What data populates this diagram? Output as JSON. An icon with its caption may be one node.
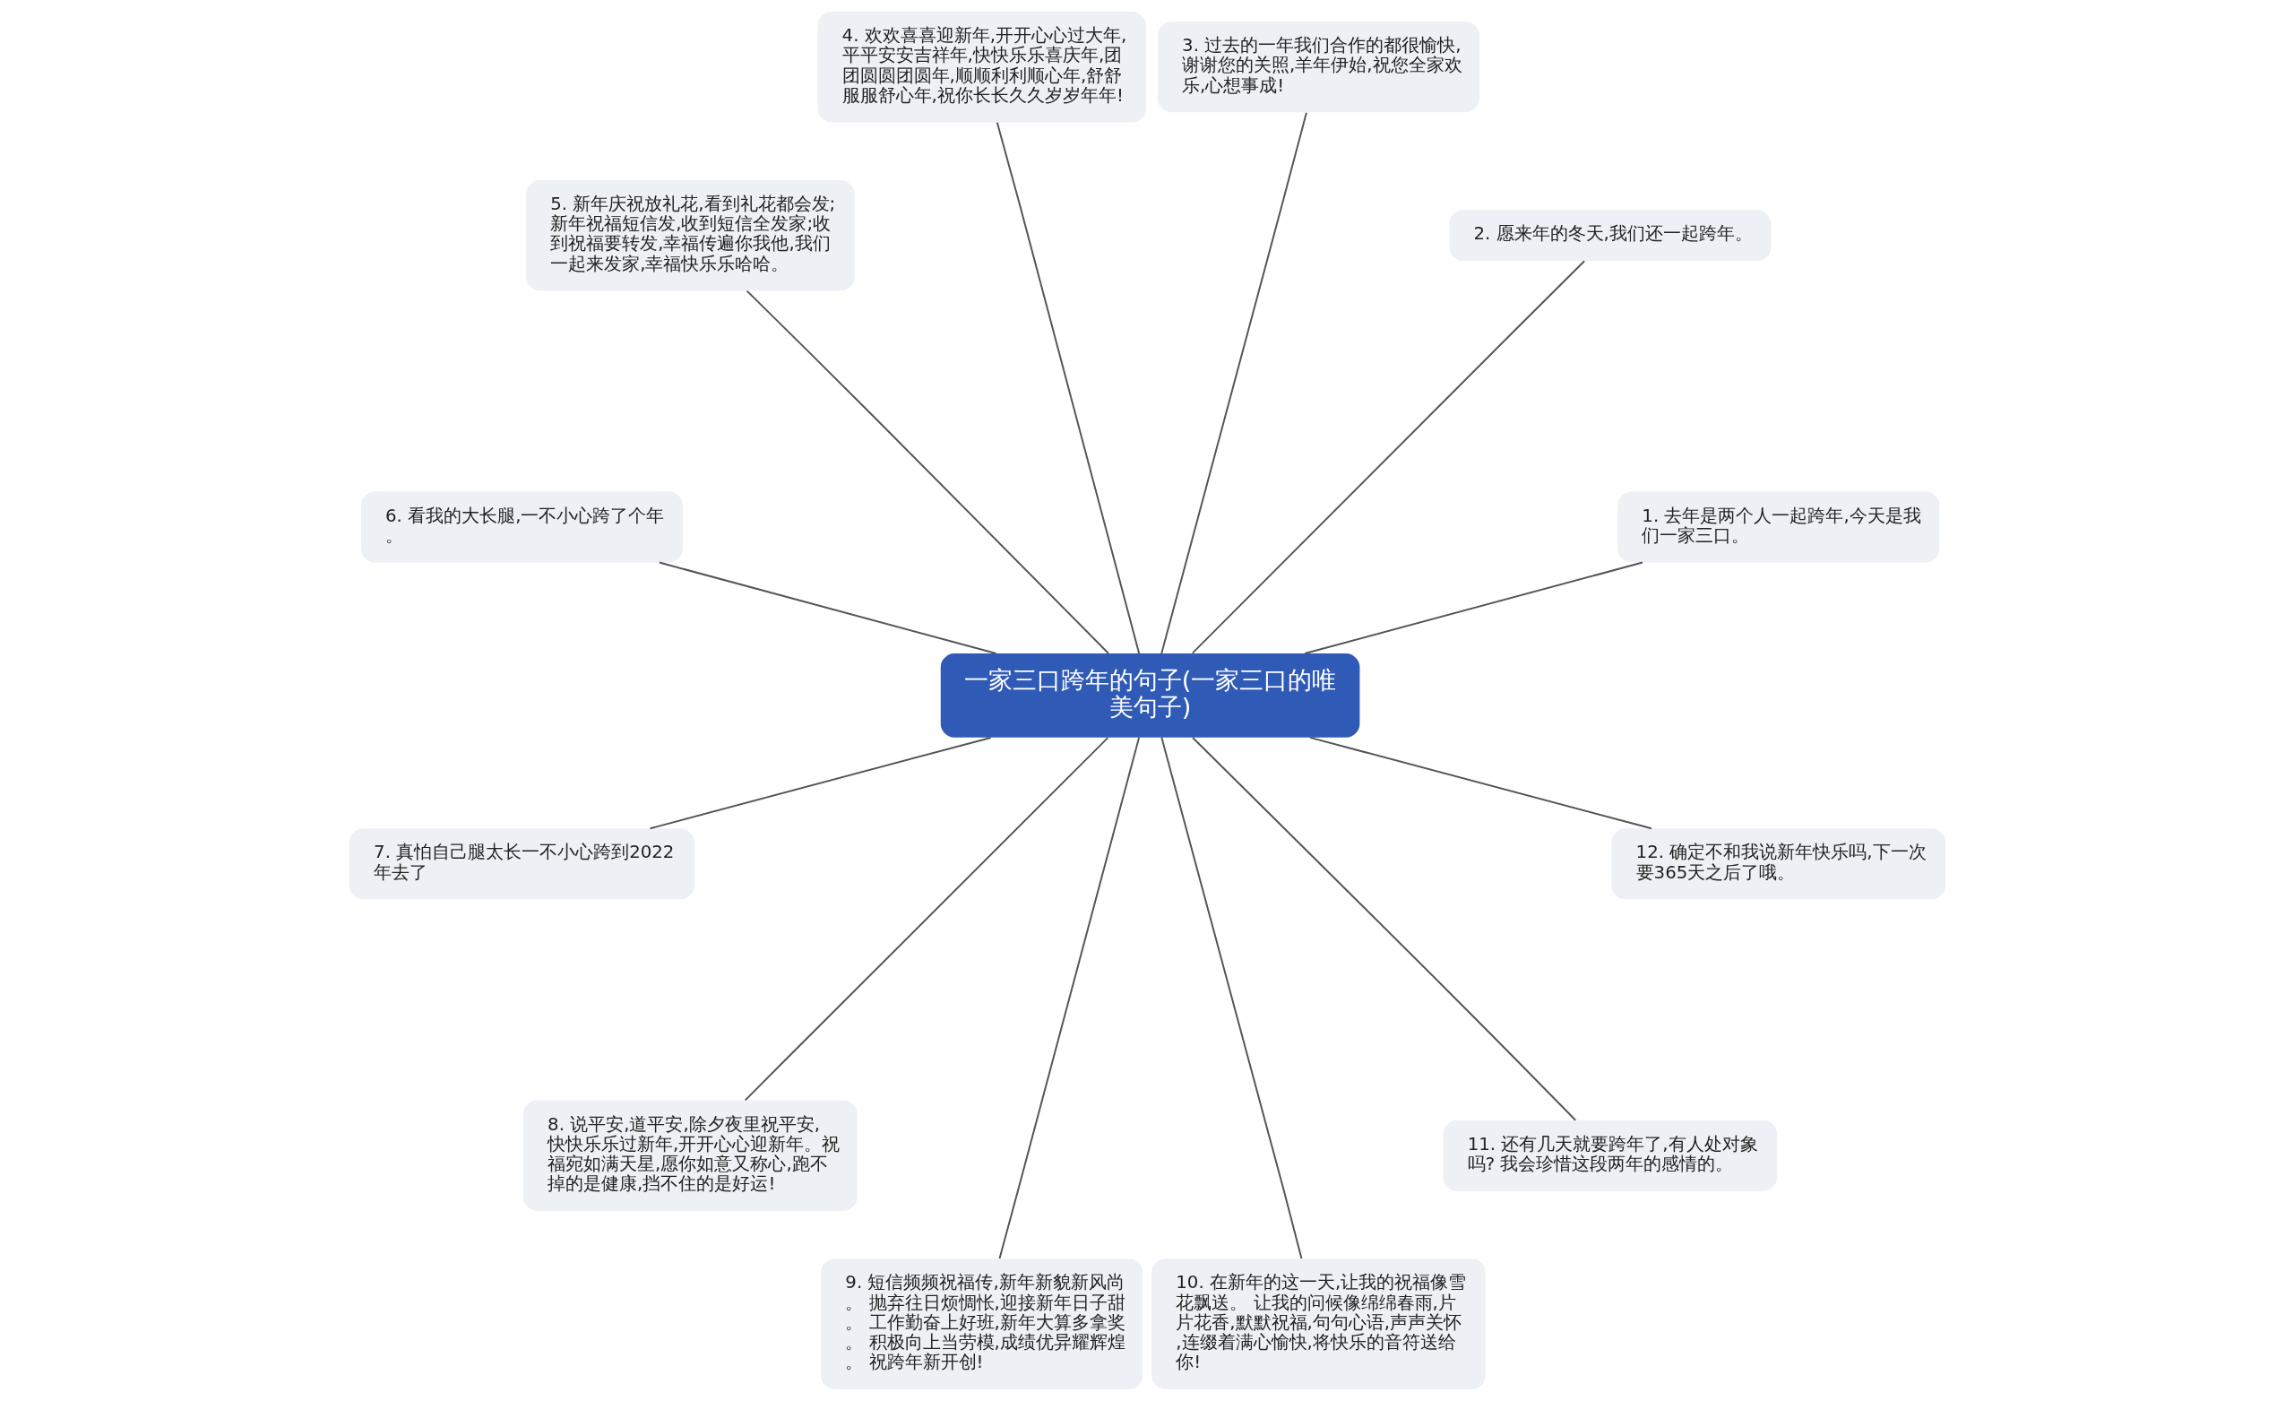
{
  "diagram": {
    "nodes": [
      {
        "text": [
          "一家三口跨年的句子(一家三口的唯美句子)"
        ]
      },
      {
        "text": [
          "1. 去年是两个人一起跨年,今天是我们一家三口。"
        ]
      },
      {
        "text": [
          "2. 愿来年的冬天,我们还一起跨年。"
        ]
      },
      {
        "text": [
          "3. 过去的一年我们合作的都很愉快,谢谢您的关照,羊年伊始,祝您全家欢乐,心想事成!"
        ]
      },
      {
        "text": [
          "4. 欢欢喜喜迎新年,开开心心过大年,平平安安吉祥年,快快乐乐喜庆年,团团圆圆团圆年,顺顺利利顺心年,舒舒服服舒心年,祝你长长久久岁岁年年!"
        ]
      },
      {
        "text": [
          "5. 新年庆祝放礼花,看到礼花都会发; 新年祝福短信发,收到短信全发家;收到祝福要转发,幸福传遍你我他,我们一起来发家,幸福快乐乐哈哈。"
        ]
      },
      {
        "text": [
          "6. 看我的大长腿,一不小心跨了个年。"
        ]
      },
      {
        "text": [
          "7. 真怕自己腿太长一不小心跨到2022年去了"
        ]
      },
      {
        "text": [
          "8. 说平安,道平安,除夕夜里祝平安,快快乐乐过新年,开开心心迎新年。祝福宛如满天星,愿你如意又称心,跑不掉的是健康,挡不住的是好运!"
        ]
      },
      {
        "text": [
          "9. 短信频频祝福传,新年新貌新风尚。 抛弃往日烦惆怅,迎接新年日子甜。 工作勤奋上好班,新年大算多拿奖。 积极向上当劳模,成绩优异耀辉煌。 祝跨年新开创!"
        ]
      },
      {
        "text": [
          "10. 在新年的这一天,让我的祝福像雪花飘送。 让我的问候像绵绵春雨,片片花香,默默祝福,句句心语,声声关怀,连缀着满心愉快,将快乐的音符送给你!"
        ]
      },
      {
        "text": [
          "11. 还有几天就要跨年了,有人处对象吗? 我会珍惜这段两年的感情的。"
        ]
      },
      {
        "text": [
          "12. 确定不和我说新年快乐吗,下一次要365天之后了哦。"
        ]
      }
    ],
    "edges": [
      {
        "from": 0,
        "to": 1,
        "arrow": "none"
      },
      {
        "from": 0,
        "to": 2,
        "arrow": "none"
      },
      {
        "from": 0,
        "to": 3,
        "arrow": "none"
      },
      {
        "from": 0,
        "to": 4,
        "arrow": "none"
      },
      {
        "from": 0,
        "to": 5,
        "arrow": "none"
      },
      {
        "from": 0,
        "to": 6,
        "arrow": "none"
      },
      {
        "from": 0,
        "to": 7,
        "arrow": "none"
      },
      {
        "from": 0,
        "to": 8,
        "arrow": "none"
      },
      {
        "from": 0,
        "to": 9,
        "arrow": "none"
      },
      {
        "from": 0,
        "to": 10,
        "arrow": "none"
      },
      {
        "from": 0,
        "to": 11,
        "arrow": "none"
      },
      {
        "from": 0,
        "to": 12,
        "arrow": "none"
      }
    ]
  }
}
